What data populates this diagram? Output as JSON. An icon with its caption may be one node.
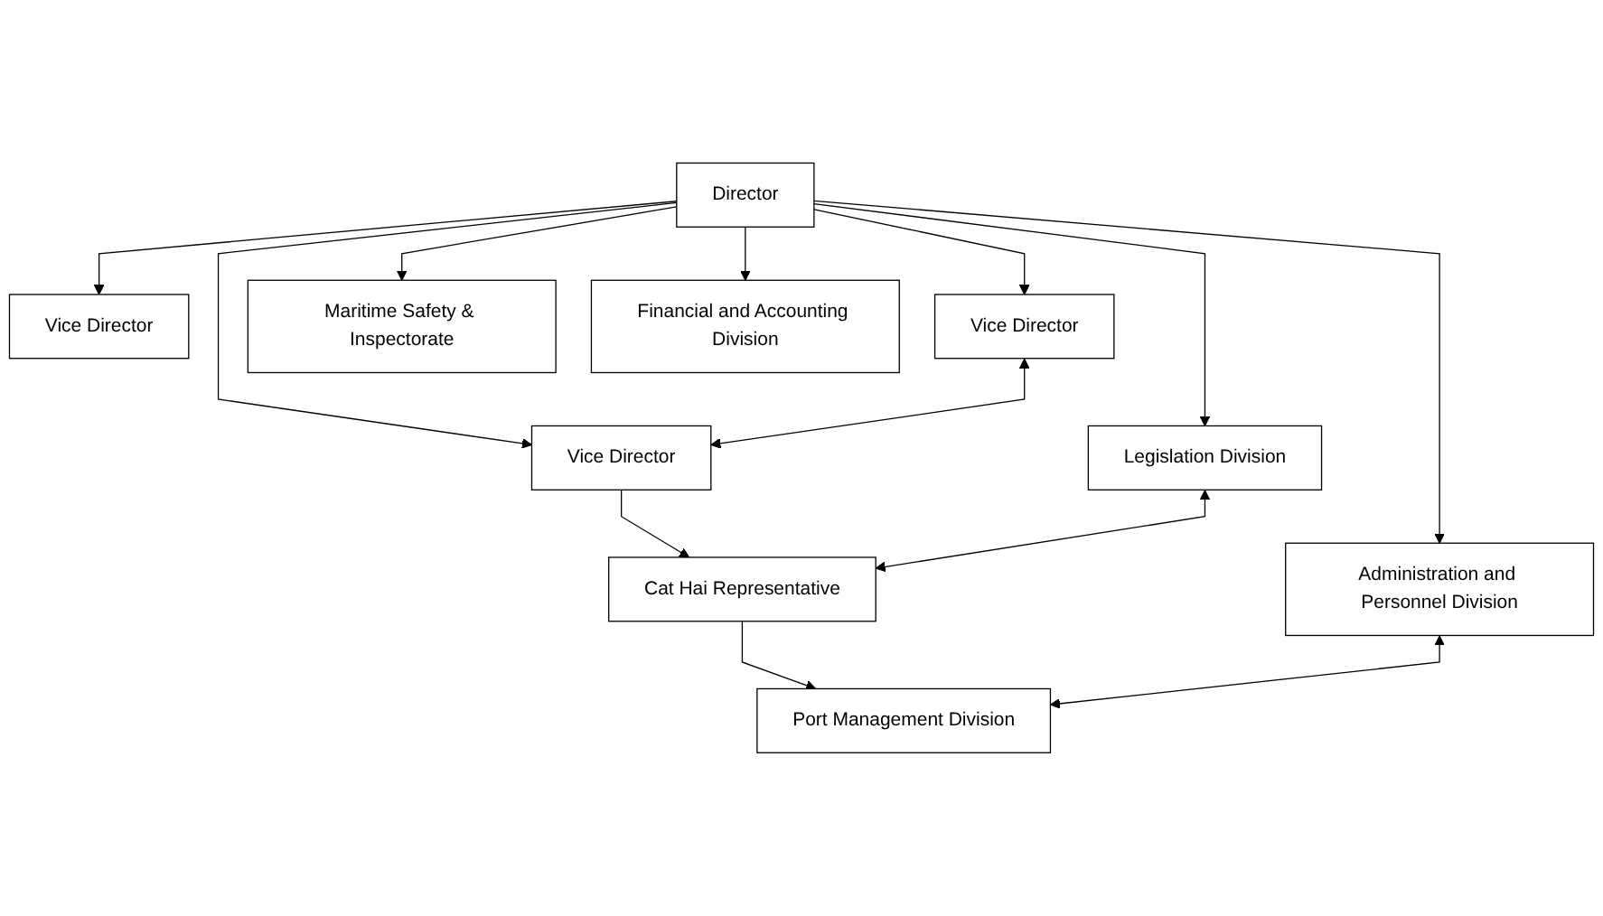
{
  "diagram": {
    "nodes": [
      {
        "text": [
          "Director"
        ]
      },
      {
        "text": [
          "Vice Director"
        ]
      },
      {
        "text": [
          "Vice Director"
        ]
      },
      {
        "text": [
          "Vice Director"
        ]
      },
      {
        "text": [
          "Maritime Safety & Inspectorate"
        ]
      },
      {
        "text": [
          "Legislation Division"
        ]
      },
      {
        "text": [
          "Cat Hai Representative"
        ]
      },
      {
        "text": [
          "Financial and Accounting Division"
        ]
      },
      {
        "text": [
          "Administration and Personnel Division"
        ]
      },
      {
        "text": [
          "Port Management Division"
        ]
      }
    ],
    "edges": [
      {
        "from": 0,
        "to": 1,
        "arrow": "to"
      },
      {
        "from": 0,
        "to": 2,
        "arrow": "to"
      },
      {
        "from": 0,
        "to": 4,
        "arrow": "to"
      },
      {
        "from": 0,
        "to": 5,
        "arrow": "to"
      },
      {
        "from": 0,
        "to": 7,
        "arrow": "to"
      },
      {
        "from": 0,
        "to": 8,
        "arrow": "to"
      },
      {
        "from": 0,
        "to": 3,
        "arrow": "to"
      },
      {
        "from": 2,
        "to": 3,
        "arrow": "both"
      },
      {
        "from": 3,
        "to": 6,
        "arrow": "to"
      },
      {
        "from": 5,
        "to": 6,
        "arrow": "both"
      },
      {
        "from": 6,
        "to": 9,
        "arrow": "to"
      },
      {
        "from": 8,
        "to": 9,
        "arrow": "both"
      }
    ]
  }
}
